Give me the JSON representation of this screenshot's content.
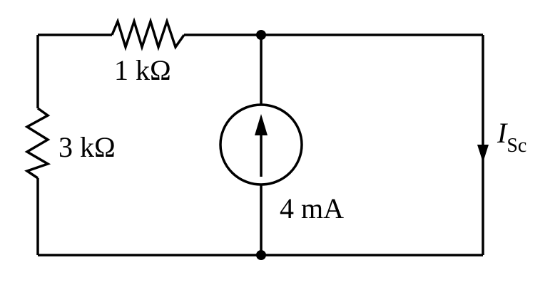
{
  "components": {
    "r1": {
      "label": "1 kΩ"
    },
    "r2": {
      "label": "3 kΩ"
    },
    "source": {
      "label": "4 mA",
      "direction": "up"
    },
    "short_current": {
      "symbol": "I",
      "subscript": "Sc",
      "direction": "down"
    }
  }
}
